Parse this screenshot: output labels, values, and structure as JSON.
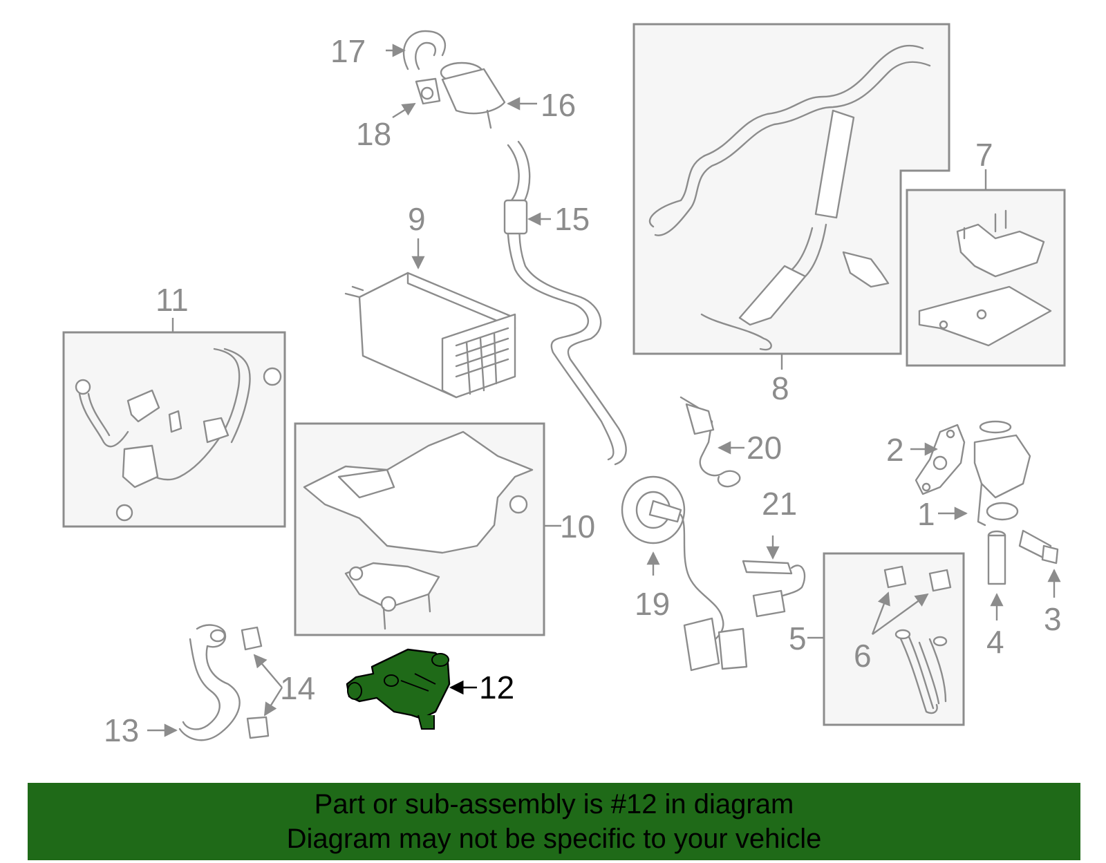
{
  "banner": {
    "line1": "Part or sub-assembly is #12 in diagram",
    "line2": "Diagram may not be specific to your vehicle",
    "background": "#1f6a18"
  },
  "highlight": {
    "part_number": "12",
    "color": "#1f6a18"
  },
  "callouts": {
    "c1": "1",
    "c2": "2",
    "c3": "3",
    "c4": "4",
    "c5": "5",
    "c6": "6",
    "c7": "7",
    "c8": "8",
    "c9": "9",
    "c10": "10",
    "c11": "11",
    "c12": "12",
    "c13": "13",
    "c14": "14",
    "c15": "15",
    "c16": "16",
    "c17": "17",
    "c18": "18",
    "c19": "19",
    "c20": "20",
    "c21": "21"
  },
  "colors": {
    "line": "#8c8c8c",
    "box_fill": "#f6f6f6",
    "highlight_label": "#000000"
  }
}
